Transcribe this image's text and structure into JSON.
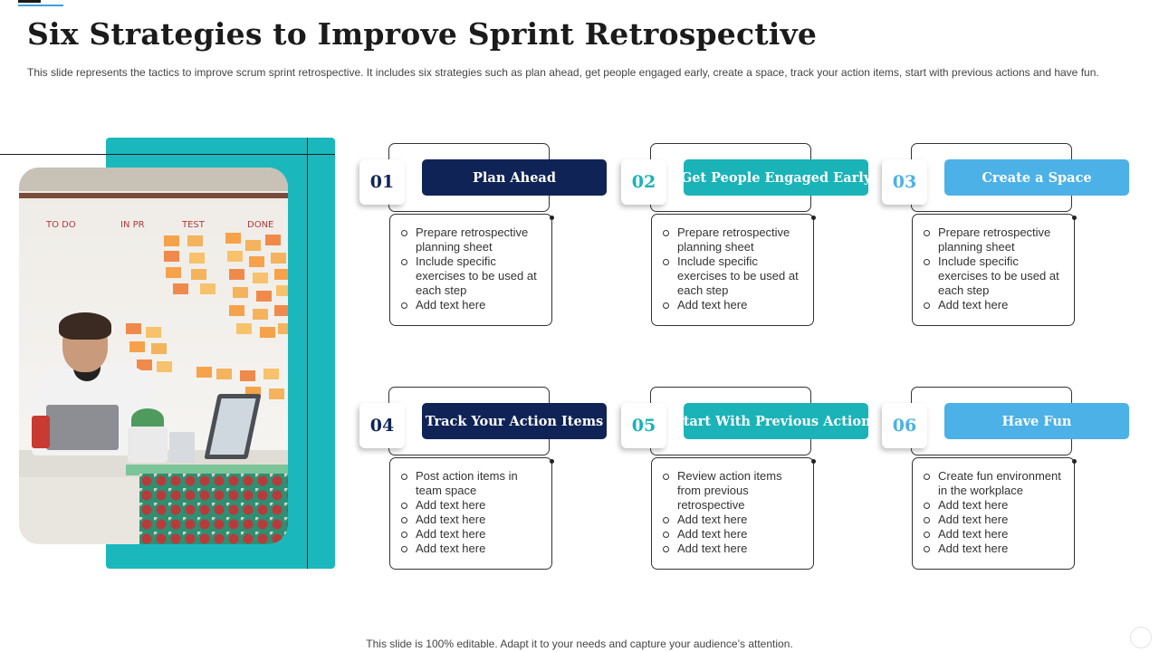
{
  "slide": {
    "title": "Six Strategies to Improve Sprint Retrospective",
    "subtitle": "This slide represents the tactics to improve scrum sprint retrospective. It includes six strategies such as plan ahead, get people engaged early, create a space, track your action items, start with previous actions and have fun.",
    "footer": "This slide is 100% editable. Adapt it to your needs and capture your audience’s attention."
  },
  "photo": {
    "board_texts": [
      "TO DO",
      "IN PR",
      "TEST",
      "DONE"
    ]
  },
  "colors": {
    "navy": "#0f2356",
    "teal": "#1ab3b8",
    "light_blue": "#4cb1e6"
  },
  "strategies": [
    {
      "number": "01",
      "title": "Plan Ahead",
      "color": "#0f2356",
      "items": [
        "Prepare retrospective planning sheet",
        "Include specific exercises to be used at each step",
        "Add text here"
      ]
    },
    {
      "number": "02",
      "title": "Get People Engaged Early",
      "color": "#1ab3b8",
      "items": [
        "Prepare retrospective planning sheet",
        "Include specific exercises to be used at each step",
        "Add text here"
      ]
    },
    {
      "number": "03",
      "title": "Create a Space",
      "color": "#4cb1e6",
      "items": [
        "Prepare retrospective planning sheet",
        "Include specific exercises to be used at each step",
        "Add text here"
      ]
    },
    {
      "number": "04",
      "title": "Track Your Action Items",
      "color": "#0f2356",
      "items": [
        "Post action items in team space",
        "Add text here",
        "Add text here",
        "Add text here",
        "Add text here"
      ]
    },
    {
      "number": "05",
      "title": "Start With Previous Actions",
      "color": "#1ab3b8",
      "items": [
        "Review action items from previous retrospective",
        "Add text here",
        "Add text here",
        "Add text here"
      ]
    },
    {
      "number": "06",
      "title": "Have Fun",
      "color": "#4cb1e6",
      "items": [
        "Create fun environment in the workplace",
        "Add text here",
        "Add text here",
        "Add text here",
        "Add text here"
      ]
    }
  ]
}
